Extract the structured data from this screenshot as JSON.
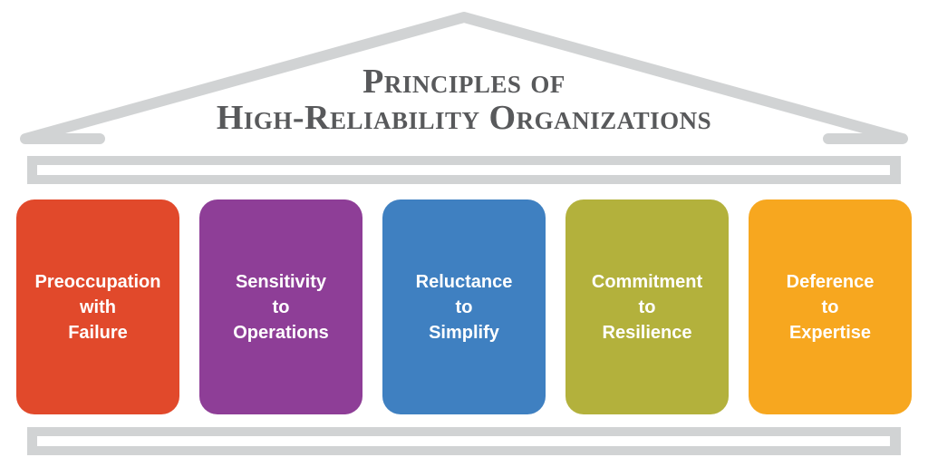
{
  "title": {
    "line1": "Principles of",
    "line2": "High-Reliability Organizations"
  },
  "pillars": [
    {
      "id": "preoccupation-with-failure",
      "lines": [
        "Preoccupation",
        "with",
        "Failure"
      ],
      "color": "#E1492B"
    },
    {
      "id": "sensitivity-to-operations",
      "lines": [
        "Sensitivity",
        "to",
        "Operations"
      ],
      "color": "#8E3E97"
    },
    {
      "id": "reluctance-to-simplify",
      "lines": [
        "Reluctance",
        "to",
        "Simplify"
      ],
      "color": "#3F80C1"
    },
    {
      "id": "commitment-to-resilience",
      "lines": [
        "Commitment",
        "to",
        "Resilience"
      ],
      "color": "#B3B13C"
    },
    {
      "id": "deference-to-expertise",
      "lines": [
        "Deference",
        "to",
        "Expertise"
      ],
      "color": "#F7A71F"
    }
  ],
  "colors": {
    "structure": "#D1D3D4",
    "title_text": "#58595B",
    "background": "#FFFFFF"
  }
}
